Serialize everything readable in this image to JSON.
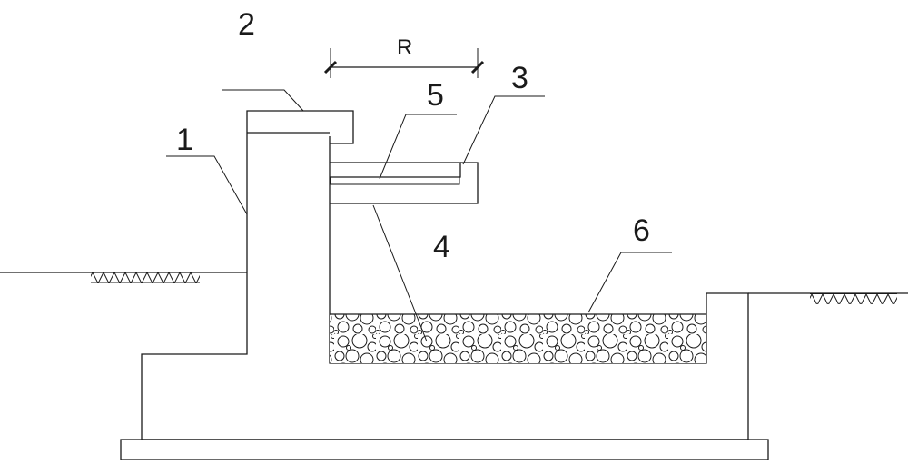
{
  "labels": {
    "l1": "1",
    "l2": "2",
    "l3": "3",
    "l4": "4",
    "l5": "5",
    "l6": "6"
  },
  "dimension": {
    "r": "R"
  },
  "colors": {
    "line": "#1a1a1a",
    "background": "#ffffff"
  }
}
